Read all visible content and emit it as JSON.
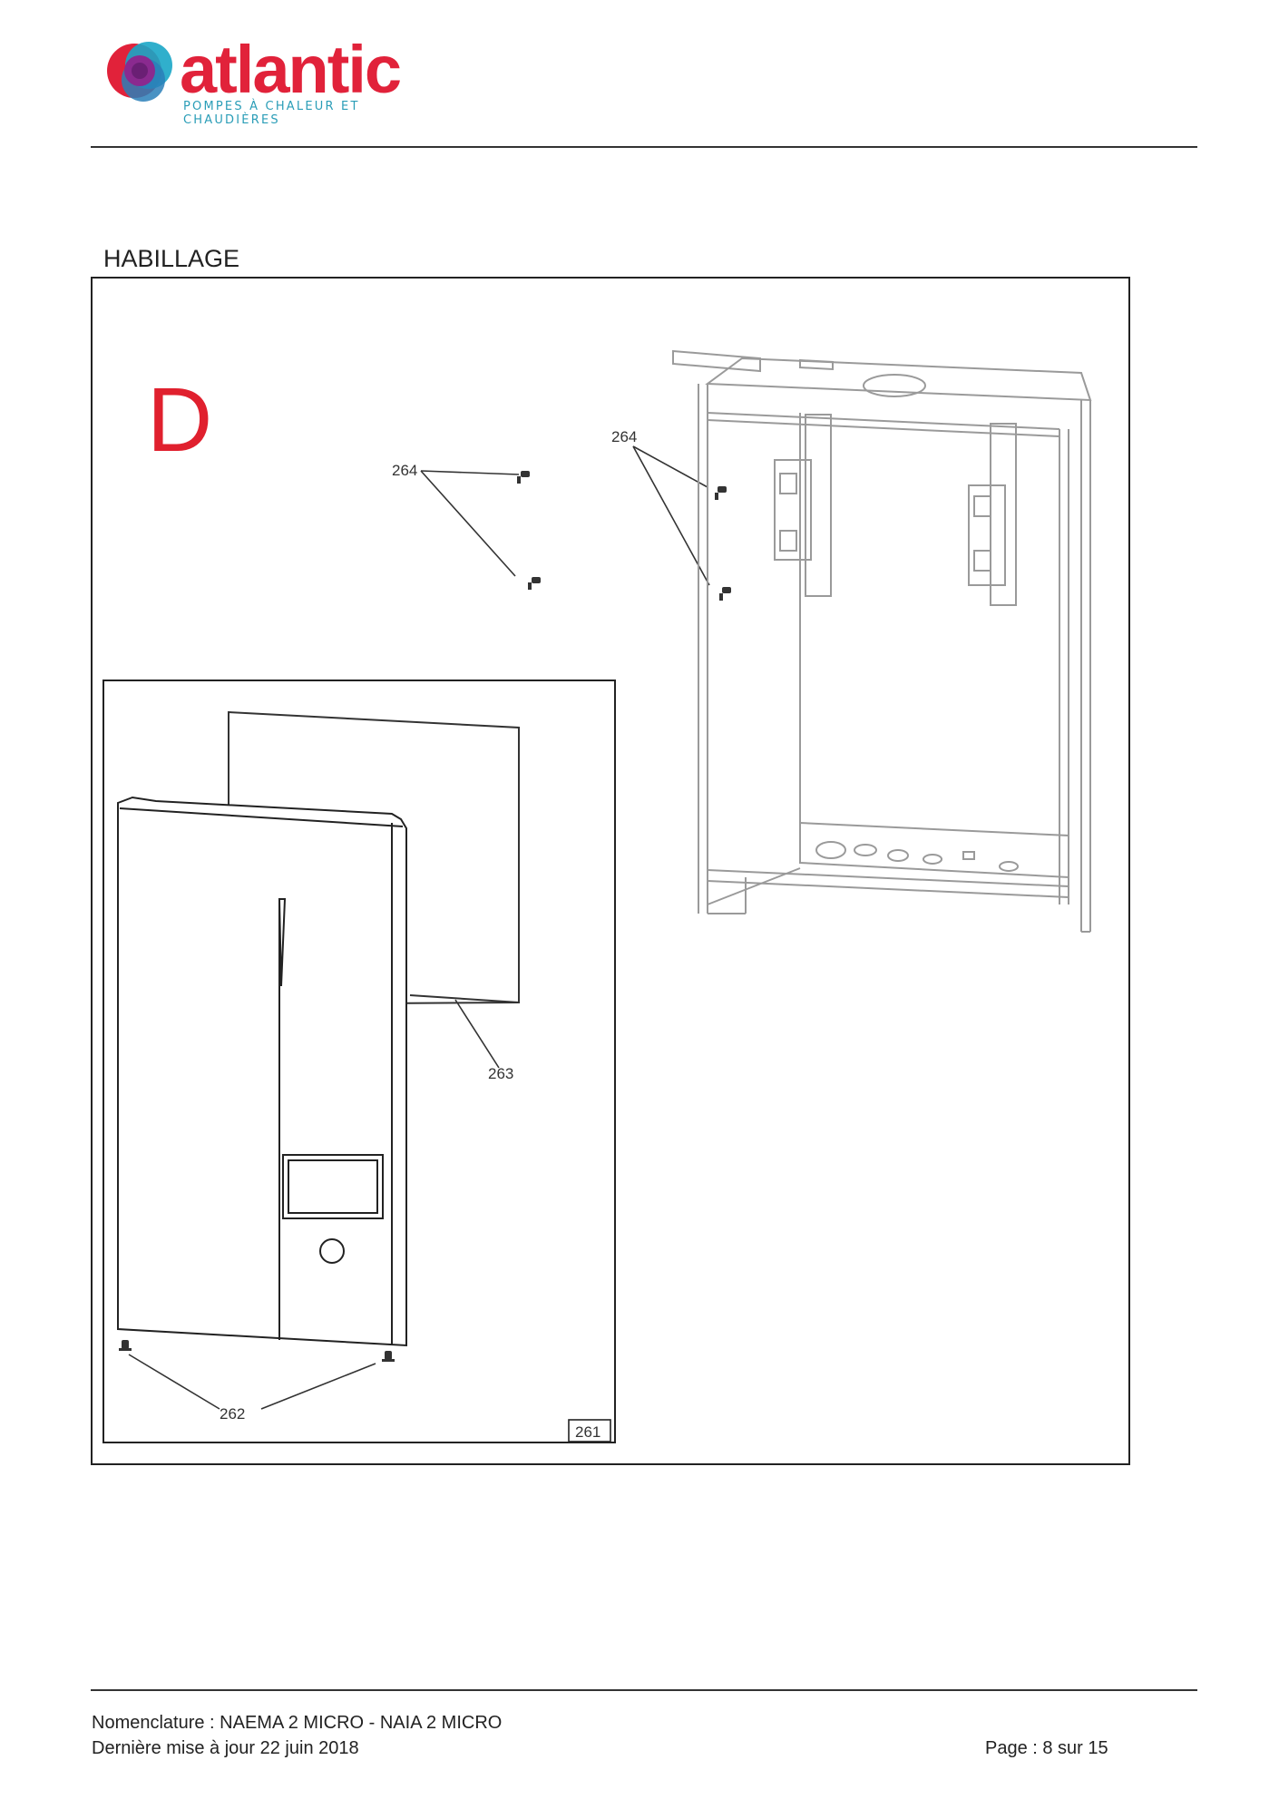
{
  "header": {
    "brand": "atlantic",
    "tagline": "POMPES À CHALEUR ET CHAUDIÈRES",
    "brand_color": "#e1223a",
    "tagline_color": "#2a9db7"
  },
  "section": {
    "title": "HABILLAGE"
  },
  "figure": {
    "sheet_letter": "D",
    "sheet_letter_color": "#e0202e",
    "labels": {
      "screws_left": "264",
      "screws_right": "264",
      "back_panel": "263",
      "bottom_screws": "262",
      "front_cover": "261"
    }
  },
  "footer": {
    "nomenclature": "Nomenclature : NAEMA 2 MICRO - NAIA 2 MICRO",
    "updated": "Dernière mise à jour 22 juin 2018",
    "page": "Page : 8 sur 15"
  }
}
